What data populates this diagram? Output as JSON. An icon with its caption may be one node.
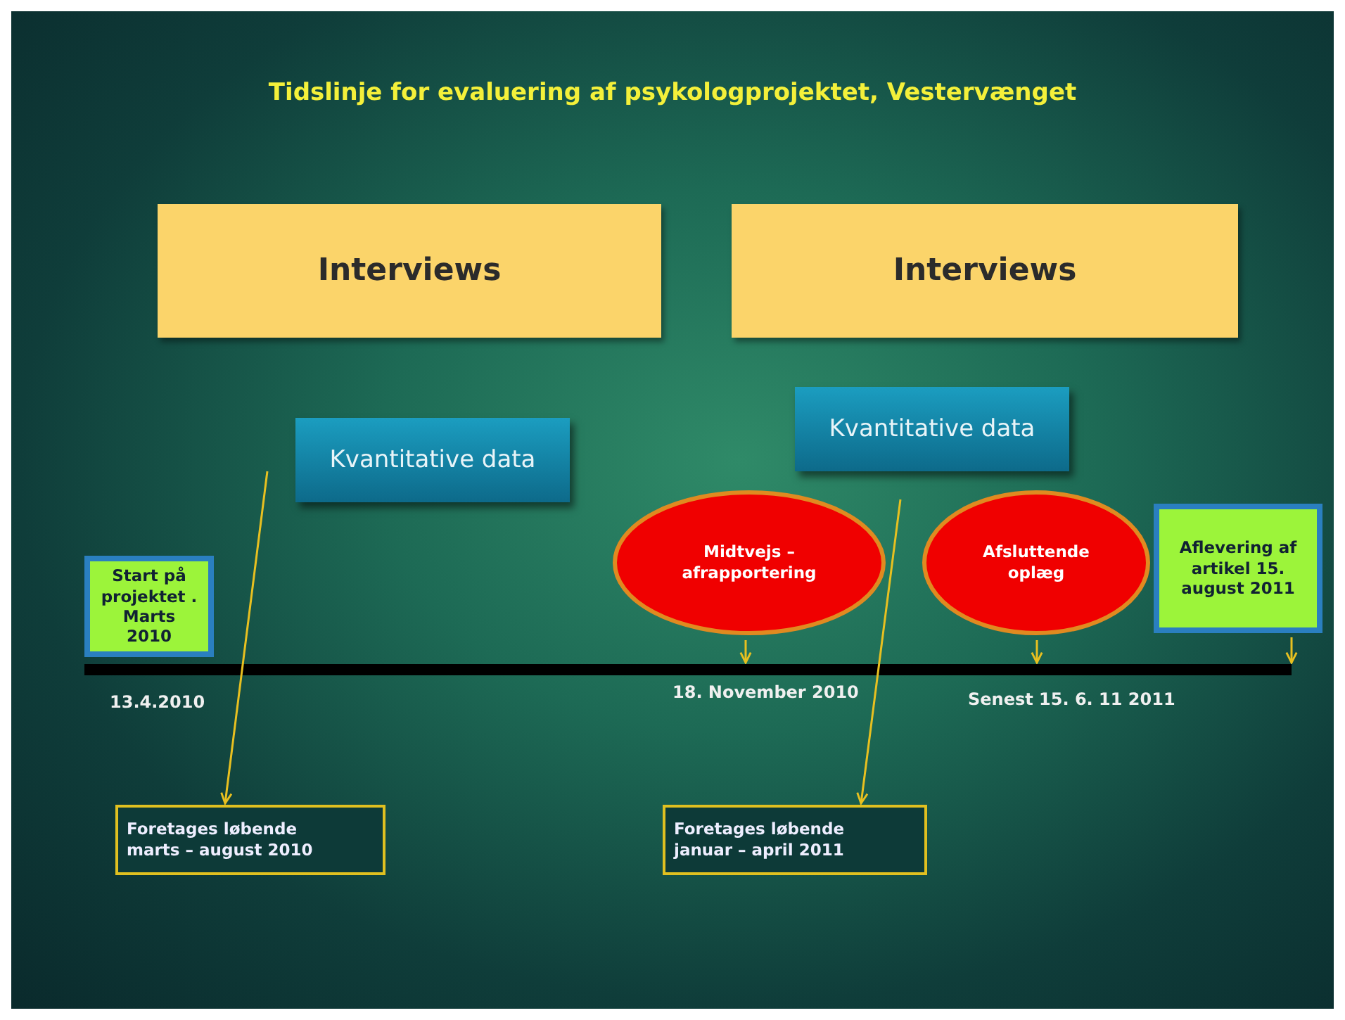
{
  "diagram": {
    "title": "Tidslinje for evaluering af psykologprojektet, Vestervænget",
    "nodes": [
      {
        "text": [
          "Interviews"
        ]
      },
      {
        "text": [
          "Interviews"
        ]
      },
      {
        "text": [
          "Kvantitative data"
        ]
      },
      {
        "text": [
          "Kvantitative data"
        ]
      },
      {
        "text": [
          "Start på projektet . Marts 2010"
        ]
      },
      {
        "text": [
          "Midtvejs – afrapportering"
        ]
      },
      {
        "text": [
          "Afsluttende oplæg"
        ]
      },
      {
        "text": [
          "Aflevering af artikel 15. august 2011"
        ]
      },
      {
        "text": [],
        "shape": "bar"
      },
      {
        "text": [
          "Foretages løbende marts – august 2010"
        ]
      },
      {
        "text": [
          "Foretages løbende januar – april 2011"
        ]
      }
    ],
    "edges": [
      {
        "from": null,
        "to": 9,
        "arrow": "to"
      },
      {
        "from": null,
        "to": 10,
        "arrow": "to"
      },
      {
        "from": 5,
        "to": 8,
        "arrow": "to"
      },
      {
        "from": 6,
        "to": 8,
        "arrow": "to"
      },
      {
        "from": 7,
        "to": 8,
        "arrow": "to"
      }
    ],
    "labels": [
      "13.4.2010",
      "18. November 2010",
      "Senest 15. 6. 11 2011"
    ]
  }
}
